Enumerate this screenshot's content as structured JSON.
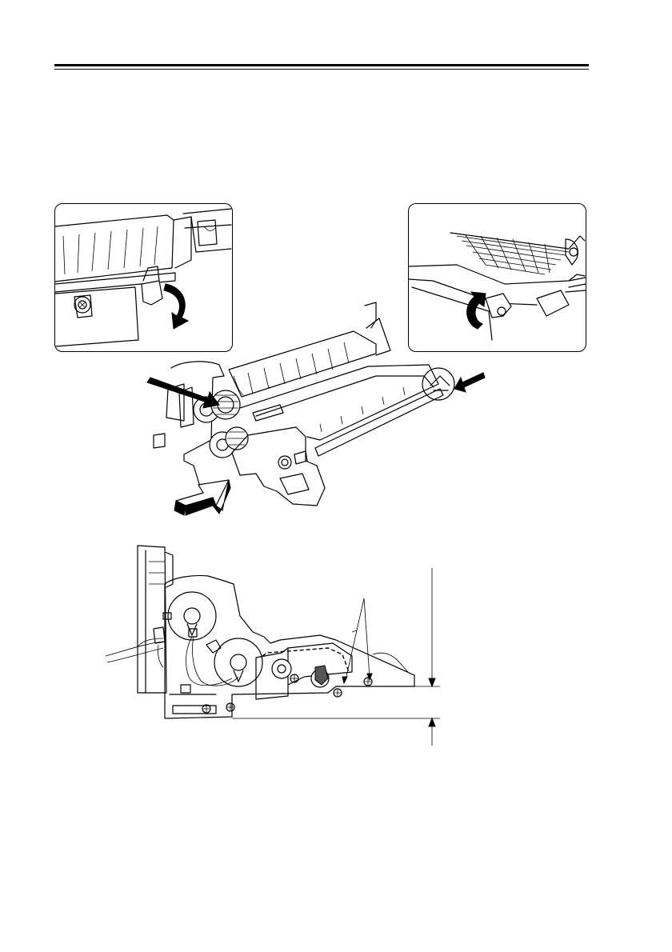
{
  "page": {
    "header_rule": "double",
    "figures": [
      {
        "name": "removal-illustration",
        "insets": 2
      },
      {
        "name": "side-view-diagram"
      }
    ]
  },
  "icons": [
    "lever-rotate-arrow-icon",
    "lever-lift-arrow-icon",
    "pointer-arrow-icon",
    "push-arrow-icon"
  ],
  "colors": {
    "ink": "#000000",
    "paper": "#ffffff"
  }
}
